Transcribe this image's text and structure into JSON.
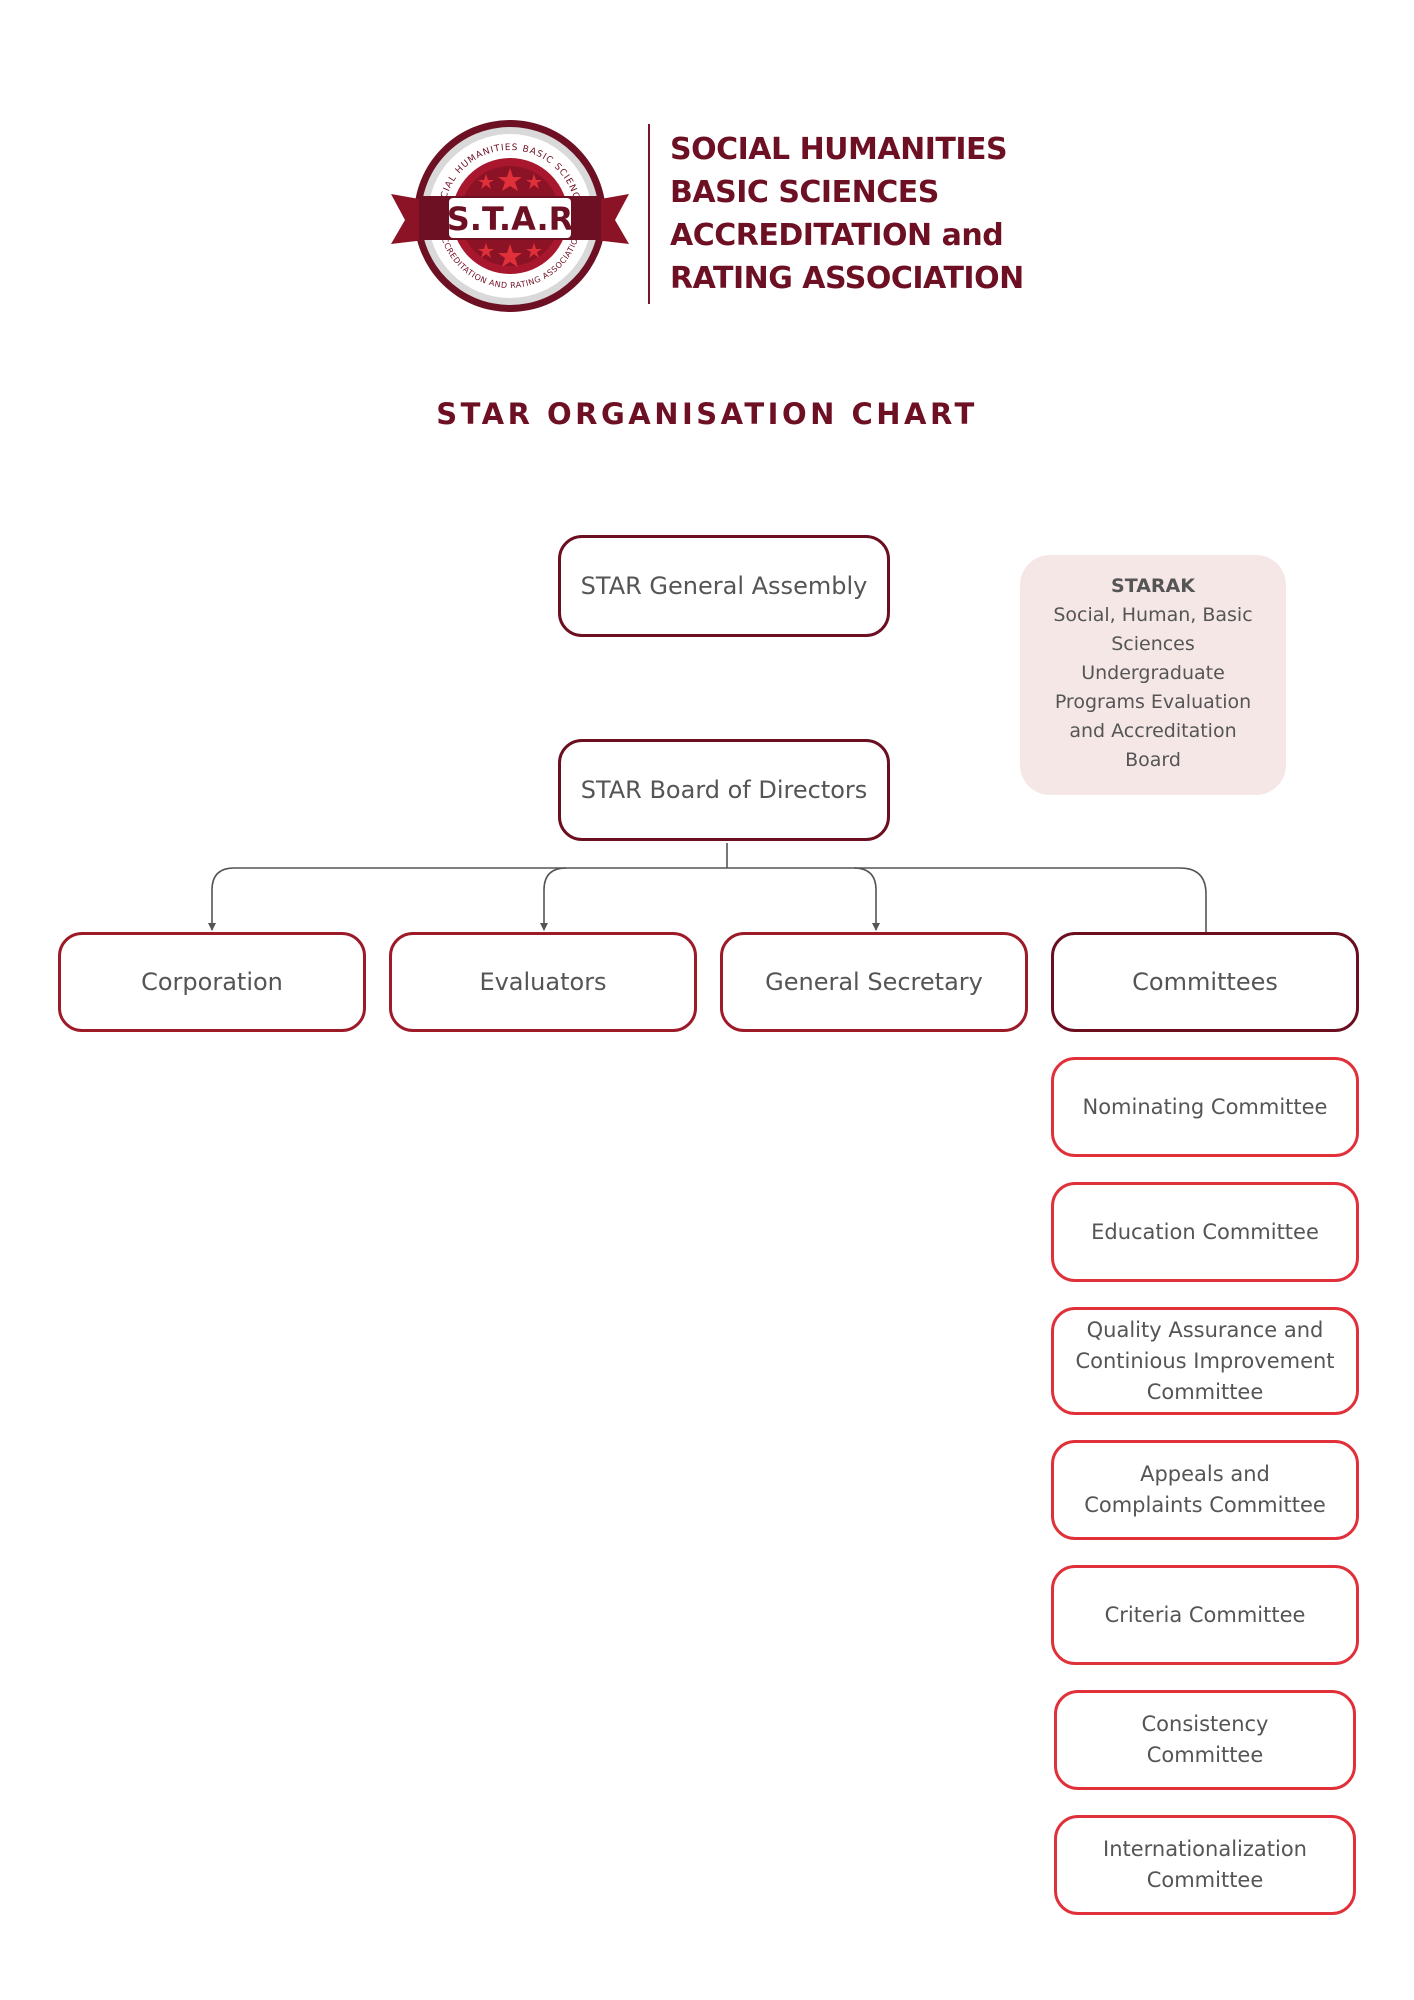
{
  "header": {
    "logo": {
      "center_text": "S.T.A.R",
      "ring_text_top": "SOCIAL HUMANITIES BASIC SCIENCES",
      "ring_text_bottom": "ACCREDITATION AND RATING ASSOCIATION"
    },
    "org_name_lines": [
      "SOCIAL HUMANITIES",
      "BASIC SCIENCES",
      "ACCREDITATION and",
      "RATING ASSOCIATION"
    ]
  },
  "title": "STAR ORGANISATION CHART",
  "nodes": {
    "general_assembly": "STAR General Assembly",
    "board_of_directors": "STAR Board of Directors",
    "corporation": "Corporation",
    "evaluators": "Evaluators",
    "general_secretary": "General Secretary",
    "committees": "Committees"
  },
  "committees": [
    "Nominating Committee",
    "Education Committee",
    "Quality Assurance and Continious Improvement Committee",
    "Appeals and Complaints Committee",
    "Criteria Committee",
    "Consistency Committee",
    "Internationalization Committee"
  ],
  "starak": {
    "title": "STARAK",
    "lines": [
      "Social, Human, Basic",
      "Sciences",
      "Undergraduate",
      "Programs Evaluation",
      "and Accreditation",
      "Board"
    ]
  },
  "colors": {
    "brand": "#6e1023",
    "border_dark": "#6b0f20",
    "border_mid": "#9d1a28",
    "border_red": "#e0313b",
    "starak_bg": "#f6e7e7",
    "text": "#555555",
    "connector": "#555555"
  }
}
